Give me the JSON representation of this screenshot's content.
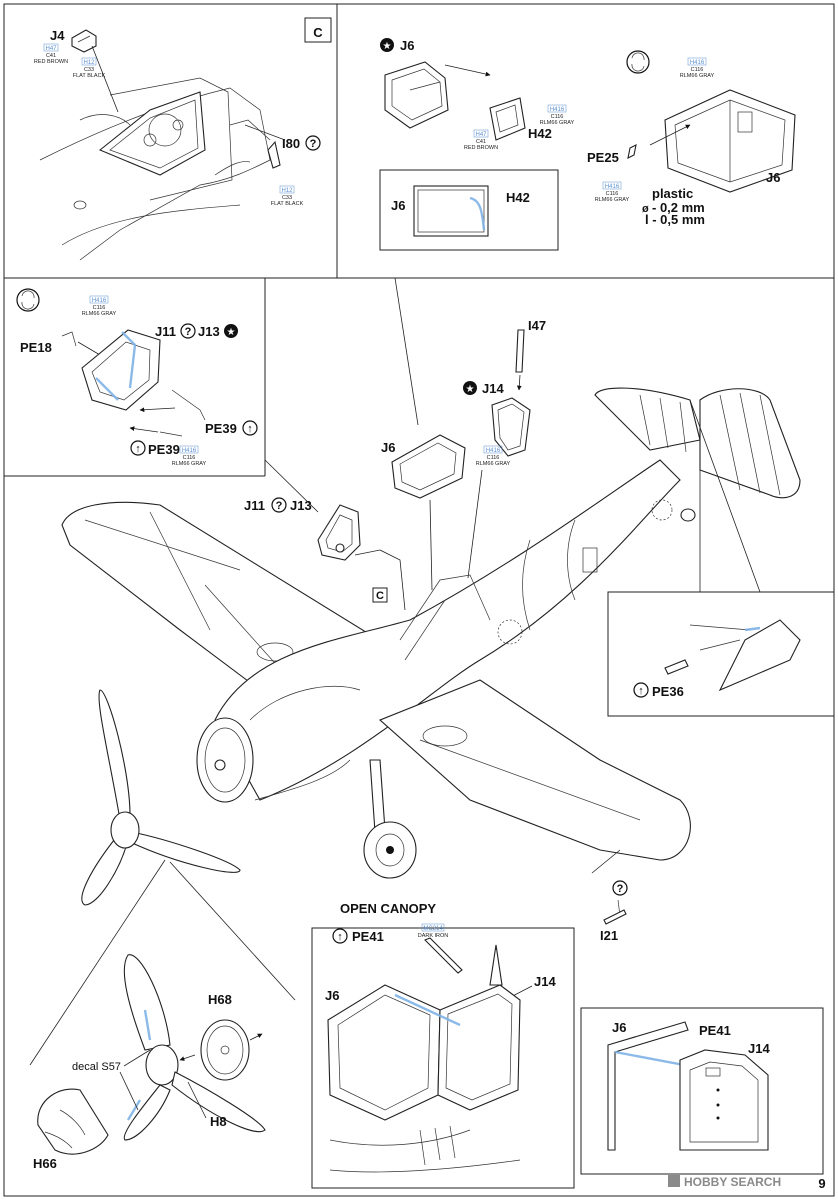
{
  "page_number": "9",
  "watermark": "HOBBY SEARCH",
  "section_c": {
    "marker": "C",
    "parts": {
      "j4": "J4",
      "i80": "I80"
    },
    "paints": [
      {
        "code": "H47",
        "num": "C41",
        "name": "RED BROWN"
      },
      {
        "code": "H12",
        "num": "C33",
        "name": "FLAT BLACK"
      },
      {
        "code": "H12",
        "num": "C33",
        "name": "FLAT BLACK"
      }
    ]
  },
  "section_j6_top": {
    "parts": {
      "j6": "J6",
      "h42": "H42"
    },
    "paints": [
      {
        "code": "H416",
        "num": "C116",
        "name": "RLM66 GRAY"
      },
      {
        "code": "H47",
        "num": "C41",
        "name": "RED BROWN"
      }
    ]
  },
  "section_j6_inset": {
    "parts": {
      "j6": "J6",
      "h42": "H42"
    }
  },
  "section_pe25": {
    "parts": {
      "pe25": "PE25",
      "j6": "J6"
    },
    "paints": [
      {
        "code": "H416",
        "num": "C116",
        "name": "RLM66 GRAY"
      },
      {
        "code": "H416",
        "num": "C116",
        "name": "RLM66 GRAY"
      }
    ],
    "plastic_note": {
      "title": "plastic",
      "thickness": "- 0,2 mm",
      "length": "l - 0,5 mm"
    }
  },
  "section_pe18": {
    "parts": {
      "pe18": "PE18",
      "j11": "J11",
      "j13": "J13",
      "pe39_a": "PE39",
      "pe39_b": "PE39"
    },
    "paints": [
      {
        "code": "H416",
        "num": "C116",
        "name": "RLM66 GRAY"
      },
      {
        "code": "H416",
        "num": "C116",
        "name": "RLM66 GRAY"
      }
    ]
  },
  "main_view": {
    "parts": {
      "j11": "J11",
      "j13": "J13",
      "j6": "J6",
      "j14": "J14",
      "i47": "I47",
      "c_marker": "C",
      "i21": "I21",
      "pe36": "PE36"
    },
    "paints": [
      {
        "code": "H416",
        "num": "C116",
        "name": "RLM66 GRAY"
      }
    ]
  },
  "open_canopy": {
    "title": "OPEN CANOPY",
    "parts": {
      "pe41": "PE41",
      "j6": "J6",
      "j14": "J14"
    },
    "paint": {
      "code": "MC214",
      "name": "DARK IRON"
    }
  },
  "open_canopy_inset": {
    "parts": {
      "j6": "J6",
      "pe41": "PE41",
      "j14": "J14"
    }
  },
  "propeller": {
    "parts": {
      "h68": "H68",
      "h8": "H8",
      "h66": "H66"
    },
    "decal": "decal S57"
  }
}
